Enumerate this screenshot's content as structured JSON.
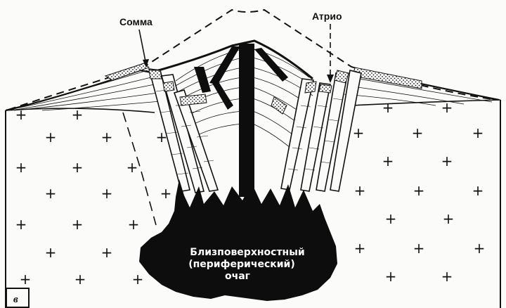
{
  "labels": {
    "somma": "Сомма",
    "atrio": "Атрио",
    "chamber_line1": "Близповерхностный",
    "chamber_line2": "(периферический)",
    "chamber_line3": "очаг",
    "figure_letter": "в"
  },
  "colors": {
    "ink": "#111111",
    "background": "#fbfbf9",
    "magma": "#0d0d0d",
    "chamber_text": "#ffffff"
  },
  "legend_symbols": {
    "basement_rock": "plus-sign",
    "tuff_layer": "stipple"
  }
}
